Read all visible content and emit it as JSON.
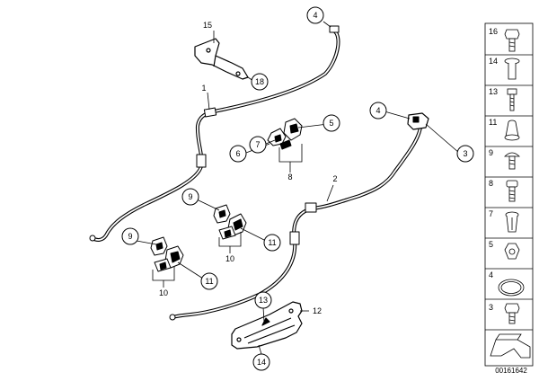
{
  "diagram": {
    "doc_id": "00161642",
    "callouts": [
      "15",
      "18",
      "4",
      "1",
      "5",
      "7",
      "6",
      "8",
      "4",
      "3",
      "2",
      "9",
      "11",
      "10",
      "9",
      "11",
      "10",
      "13",
      "12",
      "14"
    ],
    "sidebar": [
      "16",
      "14",
      "13",
      "11",
      "9",
      "8",
      "7",
      "5",
      "4",
      "3"
    ]
  }
}
